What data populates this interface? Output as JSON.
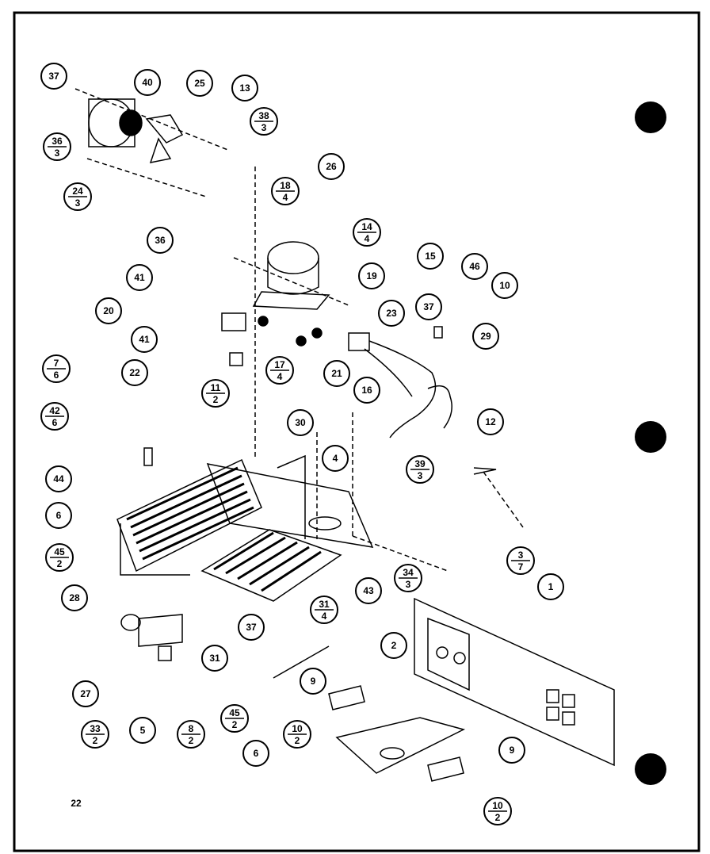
{
  "page_number": "22",
  "callouts": [
    {
      "id": "c37a",
      "num": "37"
    },
    {
      "id": "c40",
      "num": "40"
    },
    {
      "id": "c25",
      "num": "25"
    },
    {
      "id": "c13",
      "num": "13"
    },
    {
      "id": "c38",
      "num": "38",
      "den": "3"
    },
    {
      "id": "c36a",
      "num": "36",
      "den": "3"
    },
    {
      "id": "c24",
      "num": "24",
      "den": "3"
    },
    {
      "id": "c26",
      "num": "26"
    },
    {
      "id": "c18",
      "num": "18",
      "den": "4"
    },
    {
      "id": "c14",
      "num": "14",
      "den": "4"
    },
    {
      "id": "c15",
      "num": "15"
    },
    {
      "id": "c46",
      "num": "46"
    },
    {
      "id": "c10a",
      "num": "10"
    },
    {
      "id": "c36b",
      "num": "36"
    },
    {
      "id": "c19",
      "num": "19"
    },
    {
      "id": "c41a",
      "num": "41"
    },
    {
      "id": "c23",
      "num": "23"
    },
    {
      "id": "c37b",
      "num": "37"
    },
    {
      "id": "c20",
      "num": "20"
    },
    {
      "id": "c41b",
      "num": "41"
    },
    {
      "id": "c29",
      "num": "29"
    },
    {
      "id": "c7",
      "num": "7",
      "den": "6"
    },
    {
      "id": "c17",
      "num": "17",
      "den": "4"
    },
    {
      "id": "c21",
      "num": "21"
    },
    {
      "id": "c16",
      "num": "16"
    },
    {
      "id": "c22",
      "num": "22"
    },
    {
      "id": "c11",
      "num": "11",
      "den": "2"
    },
    {
      "id": "c42",
      "num": "42",
      "den": "6"
    },
    {
      "id": "c30",
      "num": "30"
    },
    {
      "id": "c12",
      "num": "12"
    },
    {
      "id": "c4",
      "num": "4"
    },
    {
      "id": "c39",
      "num": "39",
      "den": "3"
    },
    {
      "id": "c44",
      "num": "44"
    },
    {
      "id": "c6a",
      "num": "6"
    },
    {
      "id": "c3",
      "num": "3",
      "den": "7"
    },
    {
      "id": "c45a",
      "num": "45",
      "den": "2"
    },
    {
      "id": "c34",
      "num": "34",
      "den": "3"
    },
    {
      "id": "c1",
      "num": "1"
    },
    {
      "id": "c43",
      "num": "43"
    },
    {
      "id": "c28",
      "num": "28"
    },
    {
      "id": "c31a",
      "num": "31",
      "den": "4"
    },
    {
      "id": "c37c",
      "num": "37"
    },
    {
      "id": "c31b",
      "num": "31"
    },
    {
      "id": "c2",
      "num": "2"
    },
    {
      "id": "c27",
      "num": "27"
    },
    {
      "id": "c9a",
      "num": "9"
    },
    {
      "id": "c45b",
      "num": "45",
      "den": "2"
    },
    {
      "id": "c33",
      "num": "33",
      "den": "2"
    },
    {
      "id": "c5",
      "num": "5"
    },
    {
      "id": "c8",
      "num": "8",
      "den": "2"
    },
    {
      "id": "c10b",
      "num": "10",
      "den": "2"
    },
    {
      "id": "c6b",
      "num": "6"
    },
    {
      "id": "c9b",
      "num": "9"
    },
    {
      "id": "c10c",
      "num": "10",
      "den": "2"
    }
  ]
}
